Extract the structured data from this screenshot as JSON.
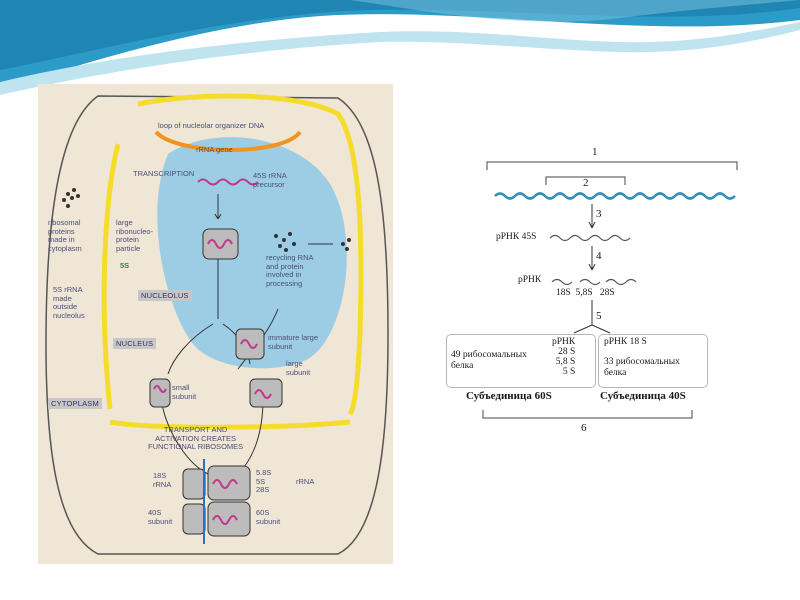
{
  "colors": {
    "banner_dark": "#2d9bc7",
    "banner_light": "#bfe3ef",
    "nucleolus": "#9ccde4",
    "membrane": "#f5dc2b",
    "background_figure": "#efe6d6"
  },
  "figure": {
    "loop_label": "loop of nucleolar organizer DNA",
    "rrna_gene": "rRNA gene",
    "transcription": "TRANSCRIPTION",
    "precursor": "45S rRNA\nprecursor",
    "ribosomal_proteins": "ribosomal\nproteins\nmade in\ncytoplasm",
    "large_rnp": "large\nribonucleo-\nprotein\nparticle",
    "recycling": "recycling RNA\nand protein\ninvolved in\nprocessing",
    "five_s_outside": "5S rRNA\nmade\noutside\nnucleolus",
    "nucleolus": "NUCLEOLUS",
    "nucleus": "NUCLEUS",
    "cytoplasm": "CYTOPLASM",
    "immature_large": "immature large\nsubunit",
    "large_subunit": "large\nsubunit",
    "small_subunit": "small\nsubunit",
    "transport": "TRANSPORT AND\nACTIVATION CREATES\nFUNCTIONAL RIBOSOMES",
    "rrna_18s": "18S\nrRNA",
    "rrna_right": "5.8S\n5S\n28S",
    "rrna_word": "rRNA",
    "subunit_40s": "40S\nsubunit",
    "subunit_60s": "60S\nsubunit",
    "five_s_mark": "5S"
  },
  "scheme": {
    "n1": "1",
    "n2": "2",
    "n3": "3",
    "n4": "4",
    "n5": "5",
    "n6": "6",
    "rrna45": "рРНК 45S",
    "rrna": "рРНК",
    "sizes": "18S  5,8S   28S",
    "left_box_proteins": "49 рибосомальных\nбелка",
    "left_box_rrna": "рРНК\n28 S\n5,8 S\n5 S",
    "right_box_rrna": "рРНК 18 S",
    "right_box_proteins": "33 рибосомальных\nбелка",
    "subunit_60s": "Субъединица 60S",
    "subunit_40s": "Субъединица 40S"
  }
}
